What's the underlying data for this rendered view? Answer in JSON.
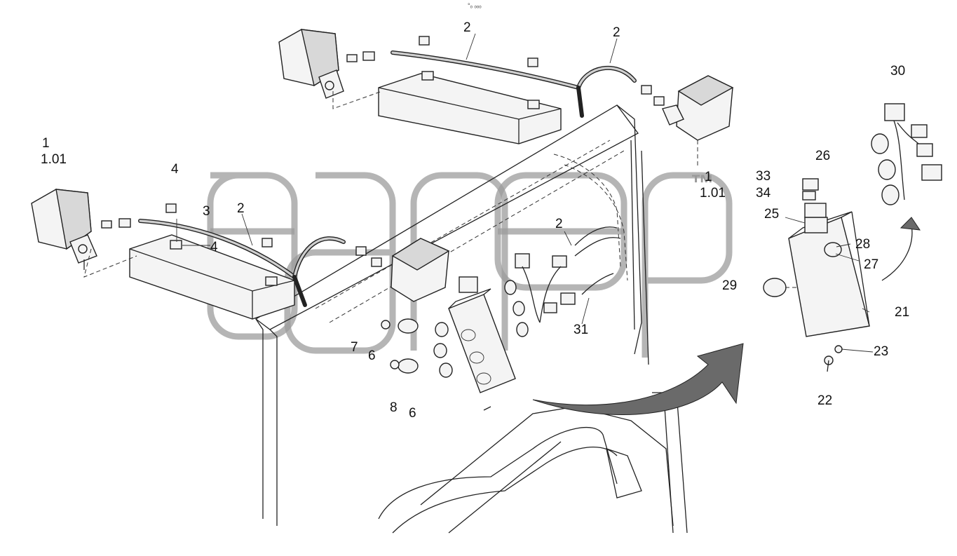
{
  "header": {
    "caption": "°ₒ ₒₒₒ"
  },
  "watermark": {
    "tm": "™"
  },
  "callouts": [
    {
      "id": "c1a",
      "text": "1"
    },
    {
      "id": "c101a",
      "text": "1.01"
    },
    {
      "id": "c1b",
      "text": "1"
    },
    {
      "id": "c101b",
      "text": "1.01"
    },
    {
      "id": "c2a",
      "text": "2"
    },
    {
      "id": "c2b",
      "text": "2"
    },
    {
      "id": "c2c",
      "text": "2"
    },
    {
      "id": "c2d",
      "text": "2"
    },
    {
      "id": "c3",
      "text": "3"
    },
    {
      "id": "c4a",
      "text": "4"
    },
    {
      "id": "c4b",
      "text": "4"
    },
    {
      "id": "c6a",
      "text": "6"
    },
    {
      "id": "c6b",
      "text": "6"
    },
    {
      "id": "c7",
      "text": "7"
    },
    {
      "id": "c8",
      "text": "8"
    },
    {
      "id": "c21",
      "text": "21"
    },
    {
      "id": "c22",
      "text": "22"
    },
    {
      "id": "c23",
      "text": "23"
    },
    {
      "id": "c25",
      "text": "25"
    },
    {
      "id": "c26",
      "text": "26"
    },
    {
      "id": "c27",
      "text": "27"
    },
    {
      "id": "c28",
      "text": "28"
    },
    {
      "id": "c29",
      "text": "29"
    },
    {
      "id": "c30",
      "text": "30"
    },
    {
      "id": "c31",
      "text": "31"
    },
    {
      "id": "c33",
      "text": "33"
    },
    {
      "id": "c34",
      "text": "34"
    }
  ]
}
